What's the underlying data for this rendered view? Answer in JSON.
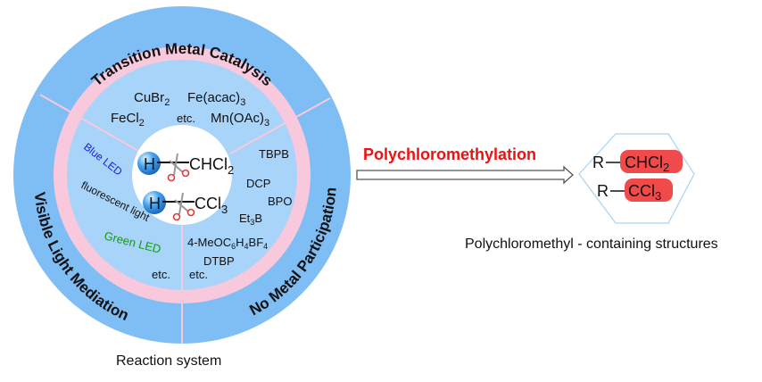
{
  "wheel": {
    "outer_sections": {
      "top": "Transition Metal Catalysis",
      "right": "No Metal Participation",
      "left": "Visible Light Mediation"
    },
    "top_reagents": [
      "CuBr",
      "Fe(acac)",
      "FeCl",
      "etc.",
      "Mn(OAc)"
    ],
    "top_reagent_subs": [
      "2",
      "3",
      "2",
      "",
      "3"
    ],
    "left_conditions": {
      "blue_led": "Blue LED",
      "fluorescent": "fluorescent light",
      "green_led": "Green LED",
      "etc": "etc."
    },
    "right_reagents": {
      "tbpb": "TBPB",
      "dcp": "DCP",
      "bpo": "BPO",
      "et3b_a": "Et",
      "et3b_sub": "3",
      "et3b_b": "B",
      "meo_a": "4-MeOC",
      "meo_sub1": "6",
      "meo_b": "H",
      "meo_sub2": "4",
      "meo_c": "BF",
      "meo_sub3": "4",
      "dtbp": "DTBP",
      "etc": "etc."
    },
    "center": {
      "h_label": "H",
      "sub1_main": "CHCl",
      "sub1_sub": "2",
      "sub2_main": "CCl",
      "sub2_sub": "3"
    }
  },
  "caption_left": "Reaction system",
  "arrow": {
    "label": "Polychloromethylation"
  },
  "products": {
    "r_label": "R",
    "p1_main": "CHCl",
    "p1_sub": "2",
    "p2_main": "CCl",
    "p2_sub": "3"
  },
  "caption_right": "Polychloromethyl - containing structures",
  "colors": {
    "outer_ring": "#7fbdf5",
    "pink_ring": "#f8c8dc",
    "inner_area": "#a8d4fa",
    "center": "#ffffff",
    "blue_led": "#1a1adc",
    "green_led": "#139a13",
    "accent_red": "#ee1111",
    "product_fill": "#f04a4a",
    "hexagon_stroke": "#a9d3f2"
  }
}
